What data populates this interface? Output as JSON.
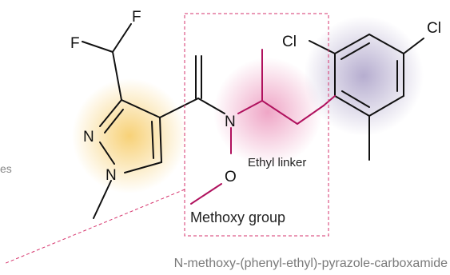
{
  "diagram": {
    "atom_labels": {
      "f_left": "F",
      "f_right": "F",
      "n_pyrazole_top": "N",
      "n_pyrazole_bottom": "N",
      "n_amide": "N",
      "o_methoxy": "O",
      "cl_left": "Cl",
      "cl_right": "Cl"
    },
    "annotations": {
      "ethyl_linker": "Ethyl linker",
      "methoxy_group": "Methoxy group",
      "left_fragment": "es"
    },
    "caption": "N-methoxy-(phenyl-ethyl)-pyrazole-carboxamide"
  },
  "colors": {
    "bond": "#111111",
    "accent": "#b0125e",
    "callout_box": "#d6336c",
    "pyrazole_glow": "#f5c24a",
    "linker_glow": "#e46aa0",
    "phenyl_glow": "#7a6aa8",
    "caption_text": "#7a7a7a"
  }
}
